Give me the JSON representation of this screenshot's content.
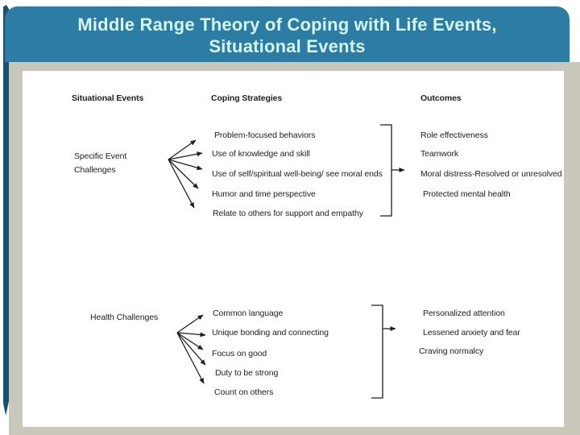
{
  "title": {
    "line1": "Middle Range Theory of Coping with Life Events,",
    "line2": "Situational Events"
  },
  "colors": {
    "title_bar": "#2c7ca4",
    "title_text": "#d6f6f2",
    "left_accent": "#1a506e",
    "frame_band": "#c9c6ba",
    "panel_background": "#ffffff",
    "diagram_text": "#1e1e1e"
  },
  "diagram": {
    "col_situational": "Situational Events",
    "col_coping": "Coping Strategies",
    "col_outcomes": "Outcomes",
    "group1": {
      "source_line1": "Specific Event",
      "source_line2": "Challenges",
      "strategies": [
        "Problem-focused behaviors",
        "Use of knowledge and skill",
        "Use of self/spiritual well-being/ see moral ends",
        "Humor and time perspective",
        "Relate to others for support and empathy"
      ],
      "outcomes": [
        "Role effectiveness",
        "Teamwork",
        "Moral distress-Resolved or unresolved",
        "Protected mental health"
      ]
    },
    "group2": {
      "source": "Health Challenges",
      "strategies": [
        "Common language",
        "Unique bonding and connecting",
        "Focus on good",
        "Duty to be strong",
        "Count on others"
      ],
      "outcomes": [
        "Personalized attention",
        "Lessened anxiety and fear",
        "Craving normalcy"
      ]
    }
  }
}
